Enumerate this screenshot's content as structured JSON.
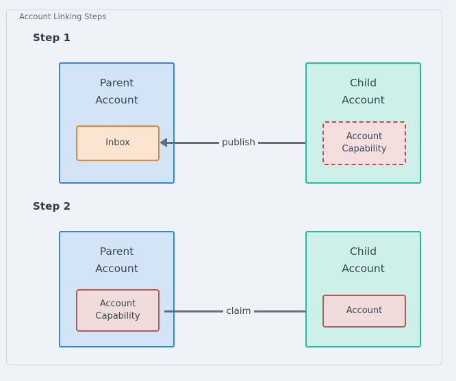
{
  "frame": {
    "title": "Account Linking Steps",
    "border_color": "#ccd4dd",
    "background": "#eff2f6"
  },
  "colors": {
    "page_background": "#eef1f5",
    "parent_fill": "#d4e4f7",
    "parent_border": "#3086e0",
    "child_fill": "#cdf0e8",
    "child_border": "#20bfa0",
    "inbox_fill": "#fce5d0",
    "inbox_border": "#e8833a",
    "capability_fill": "#f5dede",
    "capability_border": "#c0504d",
    "arrow": "#5c7080",
    "text": "#3a4652",
    "step_label": "#333a45"
  },
  "steps": [
    {
      "label": "Step 1",
      "parent": {
        "title": "Parent\nAccount",
        "inner": {
          "label": "Inbox",
          "style": "solid",
          "kind": "inbox"
        }
      },
      "child": {
        "title": "Child\nAccount",
        "inner": {
          "label": "Account\nCapability",
          "style": "dashed",
          "kind": "capability"
        }
      },
      "arrow": {
        "label": "publish",
        "direction": "left",
        "from": "child",
        "to": "parent"
      }
    },
    {
      "label": "Step 2",
      "parent": {
        "title": "Parent\nAccount",
        "inner": {
          "label": "Account\nCapability",
          "style": "solid",
          "kind": "capability"
        }
      },
      "child": {
        "title": "Child\nAccount",
        "inner": {
          "label": "Account",
          "style": "solid",
          "kind": "capability"
        }
      },
      "arrow": {
        "label": "claim",
        "direction": "right",
        "from": "parent",
        "to": "child"
      }
    }
  ]
}
